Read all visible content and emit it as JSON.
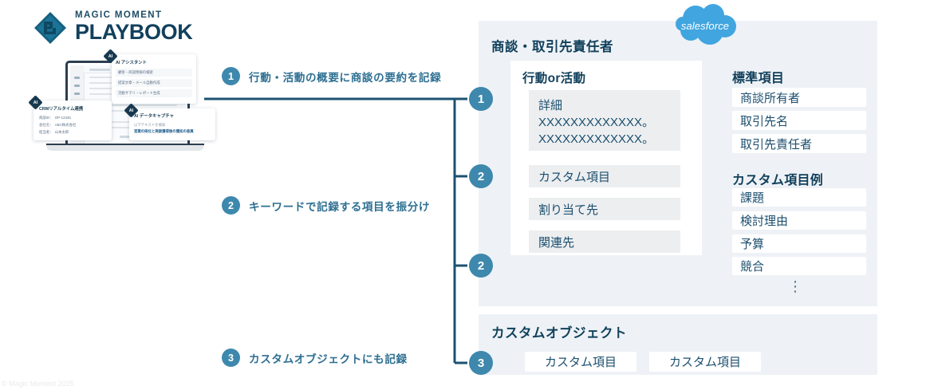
{
  "brand": {
    "top_line": "MAGIC MOMENT",
    "main_line": "PLAYBOOK",
    "mark_text": "Pb"
  },
  "product_shot": {
    "popups": [
      {
        "badge": "AI",
        "title": "AI アシスタント",
        "rows": [
          "顧客・商談情報の検索",
          "提案文章・メール自動作成",
          "活動サマリ・レポート生成"
        ]
      },
      {
        "badge": "AI",
        "title": "CRMリアルタイム連携",
        "rows": [
          "商談ID：　OP-12345",
          "会社名：　ABC株式会社",
          "担当者：　山本太郎"
        ]
      },
      {
        "badge": "AI",
        "title": "AI データキャプチャ",
        "rows": [
          "以下テキストを検知",
          "営業の採化と商談獲得後の獲知の差異"
        ]
      }
    ]
  },
  "steps": [
    {
      "num": "1",
      "label": "行動・活動の概要に商談の要約を記録"
    },
    {
      "num": "2",
      "label": "キーワードで記録する項目を振分け"
    },
    {
      "num": "3",
      "label": "カスタムオブジェクトにも記録"
    }
  ],
  "nodes": [
    {
      "num": "1"
    },
    {
      "num": "2"
    },
    {
      "num": "2"
    },
    {
      "num": "3"
    }
  ],
  "salesforce": {
    "label": "salesforce"
  },
  "main_panel": {
    "title": "商談・取引先責任者",
    "activity_card": {
      "title": "行動or活動",
      "detail_label": "詳細",
      "detail_lines": [
        "XXXXXXXXXXXXX。",
        "XXXXXXXXXXXXX。"
      ],
      "rows": [
        "カスタム項目",
        "割り当て先",
        "関連先"
      ]
    },
    "standard_fields": {
      "title": "標準項目",
      "items": [
        "商談所有者",
        "取引先名",
        "取引先責任者"
      ]
    },
    "custom_fields": {
      "title": "カスタム項目例",
      "items": [
        "課題",
        "検討理由",
        "予算",
        "競合"
      ],
      "ellipsis": "⋮"
    }
  },
  "custom_object_panel": {
    "title": "カスタムオブジェクト",
    "items": [
      "カスタム項目",
      "カスタム項目"
    ]
  },
  "copyright": "© Magic Moment 2025",
  "colors": {
    "accent": "#3e88ad",
    "dark_navy": "#11405c",
    "line": "#1c5270",
    "panel_bg": "#eef2f6",
    "row_gray": "#eceef0",
    "salesforce_blue": "#00a1e0"
  }
}
